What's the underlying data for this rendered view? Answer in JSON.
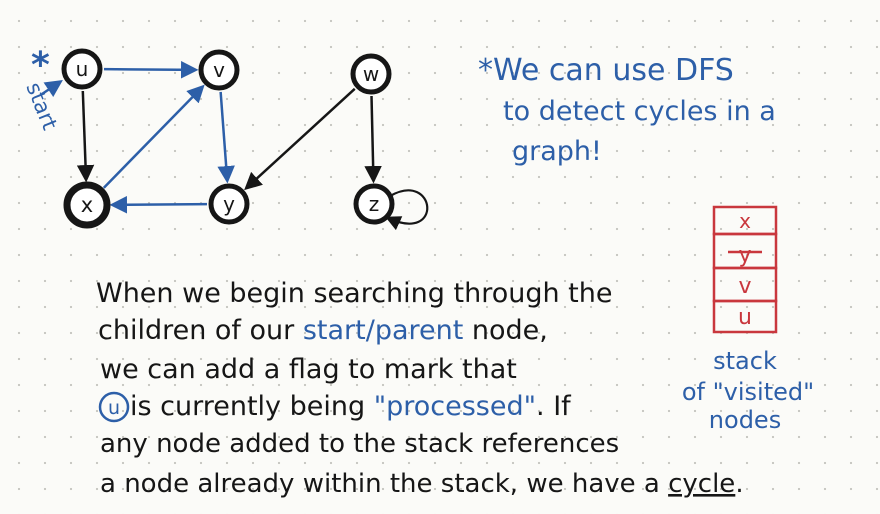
{
  "colors": {
    "ink": "#161616",
    "blue_ink": "#2d5fa8",
    "red_ink": "#c9373d",
    "paper": "#fbfbf8"
  },
  "graph": {
    "start_marker": "*",
    "start_label": "start",
    "nodes": [
      {
        "id": "u",
        "label": "u"
      },
      {
        "id": "v",
        "label": "v"
      },
      {
        "id": "w",
        "label": "w"
      },
      {
        "id": "x",
        "label": "x"
      },
      {
        "id": "y",
        "label": "y"
      },
      {
        "id": "z",
        "label": "z"
      }
    ],
    "edges": [
      {
        "from": "u",
        "to": "v",
        "color": "blue"
      },
      {
        "from": "u",
        "to": "x",
        "color": "black"
      },
      {
        "from": "x",
        "to": "v",
        "color": "blue"
      },
      {
        "from": "v",
        "to": "y",
        "color": "blue"
      },
      {
        "from": "y",
        "to": "x",
        "color": "blue"
      },
      {
        "from": "w",
        "to": "y",
        "color": "black"
      },
      {
        "from": "w",
        "to": "z",
        "color": "black"
      },
      {
        "from": "z",
        "to": "z",
        "color": "black"
      }
    ]
  },
  "note": {
    "line1": "*We can use DFS",
    "line2": "to detect cycles in a",
    "line3": "graph!"
  },
  "stack": {
    "items": [
      "x",
      "y",
      "v",
      "u"
    ],
    "caption_line1": "stack",
    "caption_line2": "of \"visited\"",
    "caption_line3": "nodes"
  },
  "explanation": {
    "line1": "When we begin searching through the",
    "line2_a": "children of our ",
    "line2_b": "start/parent",
    "line2_c": " node,",
    "line3": "we can add a flag to mark that",
    "line4_node": "u",
    "line4_a": " is currently being ",
    "line4_b": "\"processed\"",
    "line4_c": ". If",
    "line5": "any node added to the stack references",
    "line6_a": "a node already within the stack, we have a ",
    "line6_b": "cycle",
    "line6_c": "."
  }
}
